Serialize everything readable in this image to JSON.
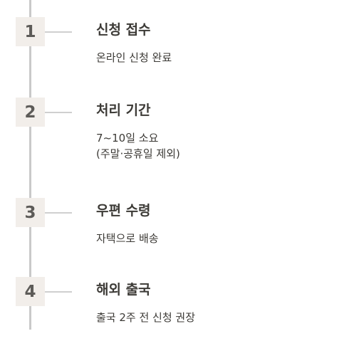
{
  "steps": [
    {
      "number": "1",
      "title": "신청 접수",
      "desc": "온라인 신청 완료"
    },
    {
      "number": "2",
      "title": "처리 기간",
      "desc": "7~10일 소요\n(주말·공휴일 제외)"
    },
    {
      "number": "3",
      "title": "우편 수령",
      "desc": "자택으로 배송"
    },
    {
      "number": "4",
      "title": "해외 출국",
      "desc": "출국 2주 전 신청 권장"
    }
  ],
  "colors": {
    "badge_bg": "#f2eeea",
    "badge_text": "#5d5b58",
    "line": "#c9c9c9",
    "text": "#3c3a36"
  }
}
